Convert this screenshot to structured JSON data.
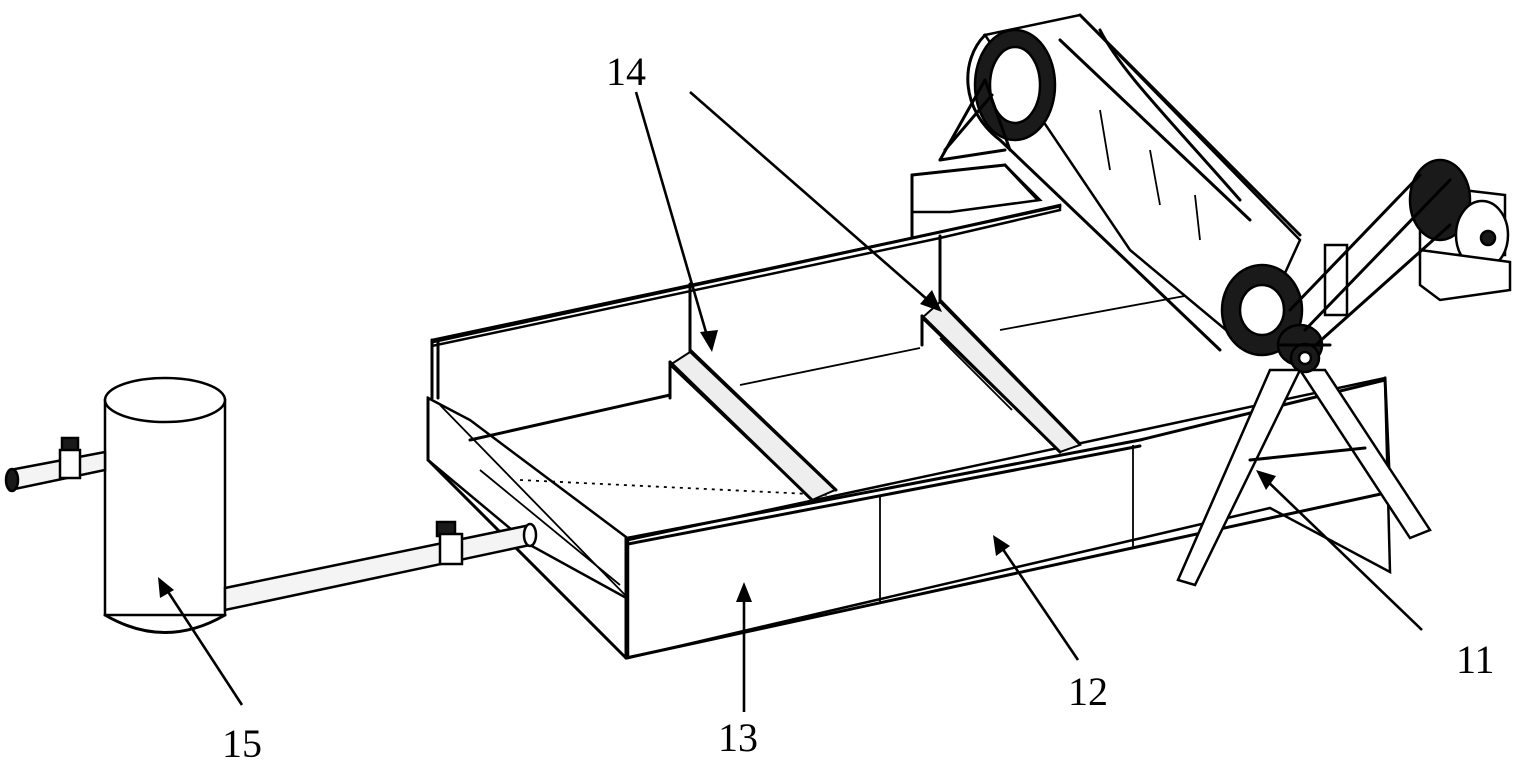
{
  "labels": {
    "l11": "11",
    "l12": "12",
    "l13": "13",
    "l14": "14",
    "l15": "15"
  },
  "colors": {
    "line": "#000000",
    "background": "#ffffff"
  }
}
